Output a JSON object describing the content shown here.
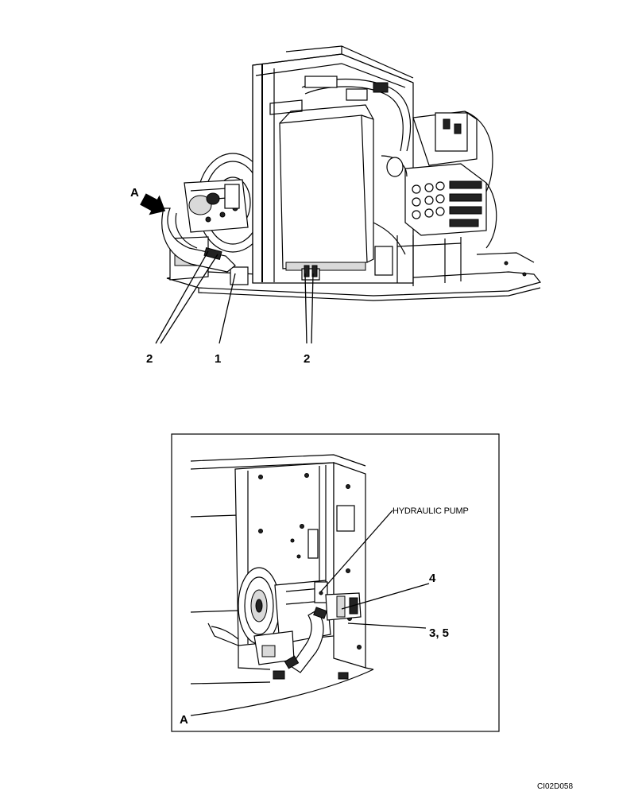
{
  "main_view": {
    "callouts": {
      "left_2": "2",
      "center_1": "1",
      "right_2": "2"
    },
    "view_arrow_label": "A"
  },
  "detail_view": {
    "label": "A",
    "hydraulic_pump_label": "HYDRAULIC PUMP",
    "callout_4": "4",
    "callout_3_5": "3, 5"
  },
  "drawing_id": "CI02D058",
  "icons": {
    "view_arrow": "view-direction-arrow-icon"
  }
}
